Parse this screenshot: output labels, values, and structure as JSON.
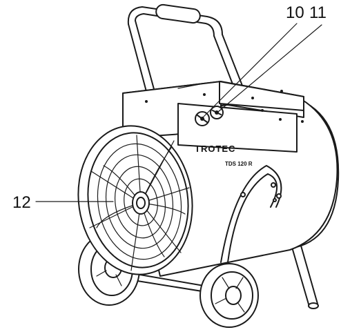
{
  "callouts": [
    {
      "number": "10"
    },
    {
      "number": "11"
    },
    {
      "number": "12"
    }
  ],
  "device": {
    "brand": "TROTEC",
    "model": "TDS 120 R"
  }
}
